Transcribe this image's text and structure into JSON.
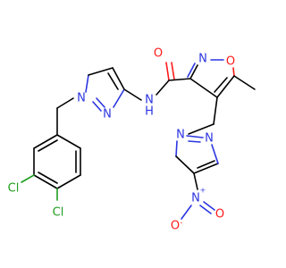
{
  "molecule": {
    "atoms": {
      "cl_upper": "Cl",
      "cl_lower": "Cl",
      "n_pyr1_1": "N",
      "n_pyr1_2": "N",
      "nh": "N",
      "h_nh": "H",
      "o_amide": "O",
      "n_isox": "N",
      "o_isox": "O",
      "n_pyr2_1": "N",
      "n_pyr2_2": "N",
      "n_nitro": "N",
      "n_nitro_charge": "+",
      "o_nitro_left": "O",
      "o_nitro_right": "O",
      "o_nitro_charge": "-"
    },
    "colors": {
      "carbon": "#000000",
      "nitrogen": "#2b35e0",
      "oxygen": "#ff1a1a",
      "chlorine": "#1f9e1f"
    }
  }
}
